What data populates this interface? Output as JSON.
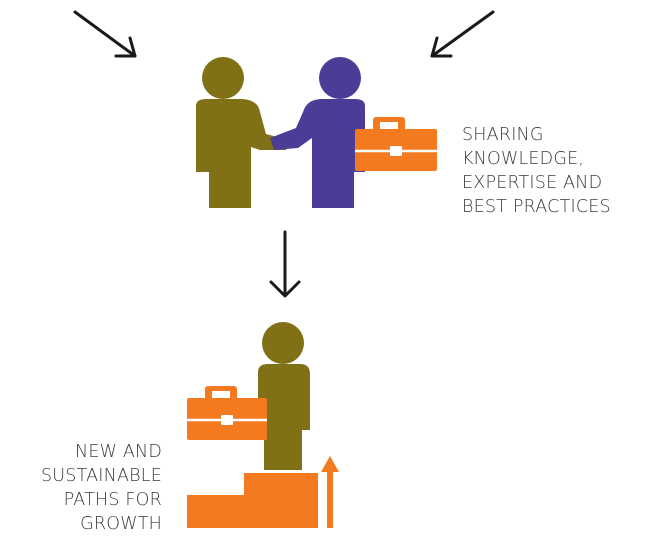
{
  "captions": {
    "top": [
      "SHARING",
      "KNOWLEDGE,",
      "EXPERTISE AND",
      "BEST PRACTICES"
    ],
    "bottom": [
      "NEW AND",
      "SUSTAINABLE",
      "PATHS FOR",
      "GROWTH"
    ]
  },
  "colors": {
    "olive": "#807117",
    "purple": "#4a3d98",
    "orange": "#f47a20",
    "arrow": "#1a1a1a",
    "text": "#3a3a3a",
    "background": "#ffffff"
  },
  "icons": {
    "handshake": "handshake-icon",
    "briefcase": "briefcase-icon",
    "steps": "steps-icon",
    "growth_arrow": "up-arrow-icon"
  }
}
